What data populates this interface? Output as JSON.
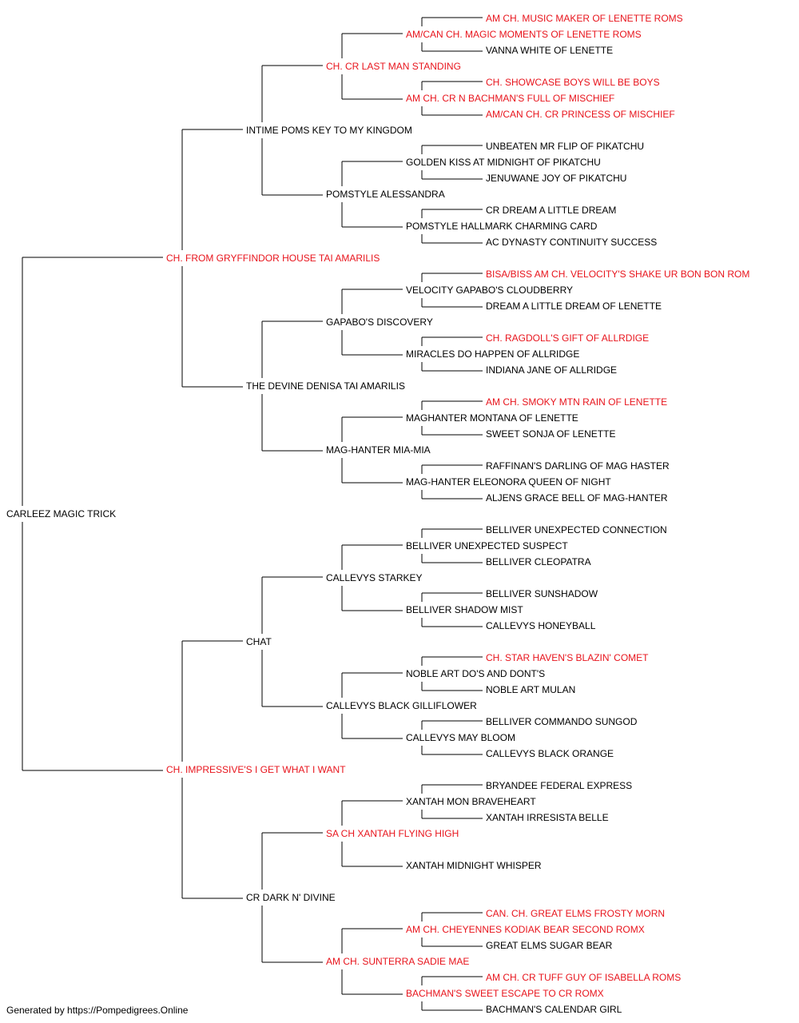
{
  "colors": {
    "normal": "#000000",
    "champion": "#e8141c",
    "line": "#000000"
  },
  "pedigree": {
    "name": "CARLEEZ MAGIC TRICK",
    "champion": false,
    "sire": {
      "name": "CH. FROM GRYFFINDOR HOUSE TAI AMARILIS",
      "champion": true,
      "sire": {
        "name": "INTIME POMS KEY TO MY KINGDOM",
        "champion": false,
        "sire": {
          "name": "CH. CR LAST MAN STANDING",
          "champion": true,
          "sire": {
            "name": "AM/CAN CH. MAGIC MOMENTS OF LENETTE ROMS",
            "champion": true,
            "sire": {
              "name": "AM CH. MUSIC MAKER OF LENETTE ROMS",
              "champion": true
            },
            "dam": {
              "name": "VANNA WHITE OF LENETTE",
              "champion": false
            }
          },
          "dam": {
            "name": "AM CH. CR N BACHMAN'S FULL OF MISCHIEF",
            "champion": true,
            "sire": {
              "name": "CH. SHOWCASE BOYS WILL BE BOYS",
              "champion": true
            },
            "dam": {
              "name": "AM/CAN CH. CR PRINCESS OF MISCHIEF",
              "champion": true
            }
          }
        },
        "dam": {
          "name": "POMSTYLE ALESSANDRA",
          "champion": false,
          "sire": {
            "name": "GOLDEN KISS AT MIDNIGHT OF PIKATCHU",
            "champion": false,
            "sire": {
              "name": "UNBEATEN MR FLIP OF PIKATCHU",
              "champion": false
            },
            "dam": {
              "name": "JENUWANE JOY OF PIKATCHU",
              "champion": false
            }
          },
          "dam": {
            "name": "POMSTYLE HALLMARK CHARMING CARD",
            "champion": false,
            "sire": {
              "name": "CR DREAM A LITTLE DREAM",
              "champion": false
            },
            "dam": {
              "name": "AC DYNASTY CONTINUITY SUCCESS",
              "champion": false
            }
          }
        }
      },
      "dam": {
        "name": "THE DEVINE DENISA TAI AMARILIS",
        "champion": false,
        "sire": {
          "name": "GAPABO'S DISCOVERY",
          "champion": false,
          "sire": {
            "name": "VELOCITY GAPABO'S CLOUDBERRY",
            "champion": false,
            "sire": {
              "name": "BISA/BISS AM CH. VELOCITY'S SHAKE UR BON BON ROM",
              "champion": true
            },
            "dam": {
              "name": "DREAM A LITTLE DREAM OF LENETTE",
              "champion": false
            }
          },
          "dam": {
            "name": "MIRACLES DO HAPPEN OF ALLRIDGE",
            "champion": false,
            "sire": {
              "name": "CH. RAGDOLL'S GIFT OF ALLRDIGE",
              "champion": true
            },
            "dam": {
              "name": "INDIANA JANE OF ALLRIDGE",
              "champion": false
            }
          }
        },
        "dam": {
          "name": "MAG-HANTER MIA-MIA",
          "champion": false,
          "sire": {
            "name": "MAGHANTER MONTANA OF LENETTE",
            "champion": false,
            "sire": {
              "name": "AM CH. SMOKY MTN RAIN OF LENETTE",
              "champion": true
            },
            "dam": {
              "name": "SWEET SONJA OF LENETTE",
              "champion": false
            }
          },
          "dam": {
            "name": "MAG-HANTER ELEONORA QUEEN OF NIGHT",
            "champion": false,
            "sire": {
              "name": "RAFFINAN'S DARLING OF MAG HASTER",
              "champion": false
            },
            "dam": {
              "name": "ALJENS GRACE BELL OF MAG-HANTER",
              "champion": false
            }
          }
        }
      }
    },
    "dam": {
      "name": "CH. IMPRESSIVE'S I GET WHAT I WANT",
      "champion": true,
      "sire": {
        "name": "CHAT",
        "champion": false,
        "sire": {
          "name": "CALLEVYS STARKEY",
          "champion": false,
          "sire": {
            "name": "BELLIVER UNEXPECTED SUSPECT",
            "champion": false,
            "sire": {
              "name": "BELLIVER UNEXPECTED CONNECTION",
              "champion": false
            },
            "dam": {
              "name": "BELLIVER CLEOPATRA",
              "champion": false
            }
          },
          "dam": {
            "name": "BELLIVER SHADOW MIST",
            "champion": false,
            "sire": {
              "name": "BELLIVER SUNSHADOW",
              "champion": false
            },
            "dam": {
              "name": "CALLEVYS HONEYBALL",
              "champion": false
            }
          }
        },
        "dam": {
          "name": "CALLEVYS BLACK GILLIFLOWER",
          "champion": false,
          "sire": {
            "name": "NOBLE ART DO'S AND DONT'S",
            "champion": false,
            "sire": {
              "name": "CH. STAR HAVEN'S BLAZIN' COMET",
              "champion": true
            },
            "dam": {
              "name": "NOBLE ART MULAN",
              "champion": false
            }
          },
          "dam": {
            "name": "CALLEVYS MAY BLOOM",
            "champion": false,
            "sire": {
              "name": "BELLIVER COMMANDO SUNGOD",
              "champion": false
            },
            "dam": {
              "name": "CALLEVYS BLACK ORANGE",
              "champion": false
            }
          }
        }
      },
      "dam": {
        "name": "CR DARK N' DIVINE",
        "champion": false,
        "sire": {
          "name": "SA CH XANTAH FLYING HIGH",
          "champion": true,
          "sire": {
            "name": "XANTAH MON BRAVEHEART",
            "champion": false,
            "sire": {
              "name": "BRYANDEE FEDERAL EXPRESS",
              "champion": false
            },
            "dam": {
              "name": "XANTAH IRRESISTA BELLE",
              "champion": false
            }
          },
          "dam": {
            "name": "XANTAH MIDNIGHT WHISPER",
            "champion": false
          }
        },
        "dam": {
          "name": "AM CH. SUNTERRA SADIE MAE",
          "champion": true,
          "sire": {
            "name": "AM CH. CHEYENNES KODIAK BEAR SECOND ROMX",
            "champion": true,
            "sire": {
              "name": "CAN. CH. GREAT ELMS FROSTY MORN",
              "champion": true
            },
            "dam": {
              "name": "GREAT ELMS SUGAR BEAR",
              "champion": false
            }
          },
          "dam": {
            "name": "BACHMAN'S SWEET ESCAPE TO CR ROMX",
            "champion": true,
            "sire": {
              "name": "AM CH. CR TUFF GUY OF ISABELLA ROMS",
              "champion": true
            },
            "dam": {
              "name": "BACHMAN'S CALENDAR GIRL",
              "champion": false
            }
          }
        }
      }
    }
  },
  "footer": {
    "text": "Generated by https://Pompedigrees.Online"
  }
}
